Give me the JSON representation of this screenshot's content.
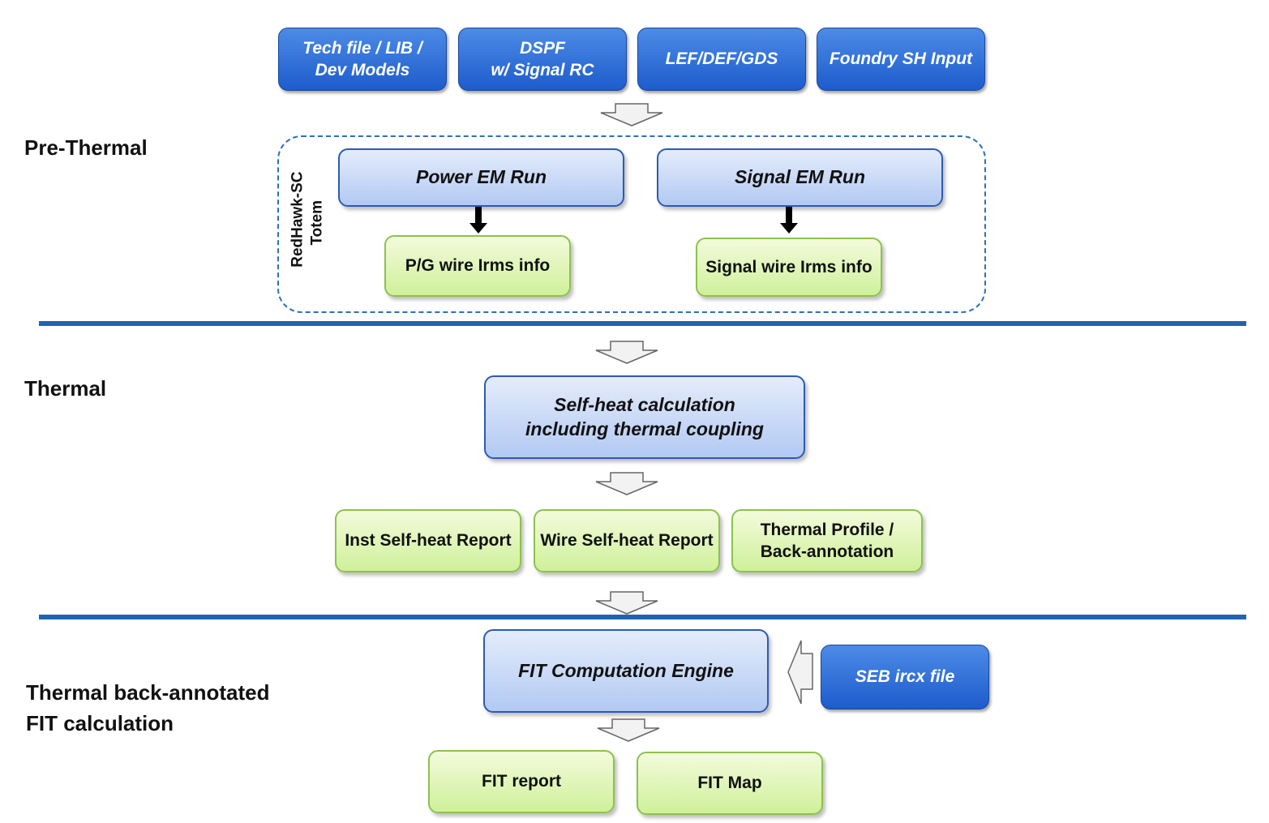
{
  "stages": {
    "pre_thermal": "Pre-Thermal",
    "thermal": "Thermal",
    "fit_line1": "Thermal back-annotated",
    "fit_line2": "FIT calculation"
  },
  "inputs": {
    "tech_line1": "Tech file / LIB /",
    "tech_line2": "Dev Models",
    "dspf_line1": "DSPF",
    "dspf_line2": "w/ Signal RC",
    "lef": "LEF/DEF/GDS",
    "foundry": "Foundry SH Input"
  },
  "tool_group": {
    "line1": "RedHawk-SC",
    "line2": "Totem"
  },
  "pre_thermal": {
    "power_em": "Power EM Run",
    "signal_em": "Signal EM Run",
    "pg_irms": "P/G wire Irms info",
    "signal_irms": "Signal wire Irms info"
  },
  "thermal": {
    "selfheat_line1": "Self-heat calculation",
    "selfheat_line2": "including thermal coupling",
    "inst_report": "Inst Self-heat Report",
    "wire_report": "Wire Self-heat Report",
    "profile_line1": "Thermal Profile /",
    "profile_line2": "Back-annotation"
  },
  "fit": {
    "engine": "FIT Computation Engine",
    "seb_input": "SEB ircx file",
    "report": "FIT report",
    "map": "FIT Map"
  },
  "colors": {
    "input_fill": "#2f6fd8",
    "process_fill": "#c8d8f6",
    "report_fill": "#dff5b8",
    "separator": "#1f64b4"
  }
}
